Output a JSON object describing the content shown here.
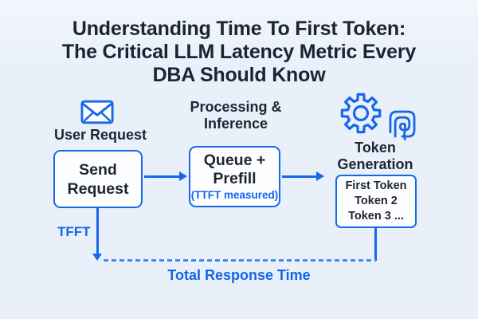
{
  "colors": {
    "background": "#e9f0fa",
    "accent_blue": "#1767ea",
    "blue_text": "#1366e8",
    "dashed_blue": "#3b8cf2",
    "dark_text": "#1b2433",
    "box_fill": "#fdfeff"
  },
  "title": {
    "lines": [
      "Understanding Time To First Token:",
      "The Critical LLM Latency Metric Every",
      "DBA Should Know"
    ]
  },
  "flow": {
    "stages": [
      {
        "id": "user-request",
        "label": "User Request",
        "icon": "envelope-icon",
        "box_lines": [
          "Send",
          "Request"
        ]
      },
      {
        "id": "processing",
        "label_lines": [
          "Processing &",
          "Inference"
        ],
        "box_lines": [
          "Queue +",
          "Prefill"
        ],
        "box_note": "(TTFT measured)"
      },
      {
        "id": "token-generation",
        "label_lines": [
          "Token",
          "Generation"
        ],
        "icons": [
          "gear-icon",
          "token-coil-icon"
        ],
        "box_lines": [
          "First Token",
          "Token 2",
          "Token 3 ..."
        ]
      }
    ]
  },
  "timeline": {
    "ttft_label": "TFFT",
    "total_label": "Total Response Time"
  }
}
